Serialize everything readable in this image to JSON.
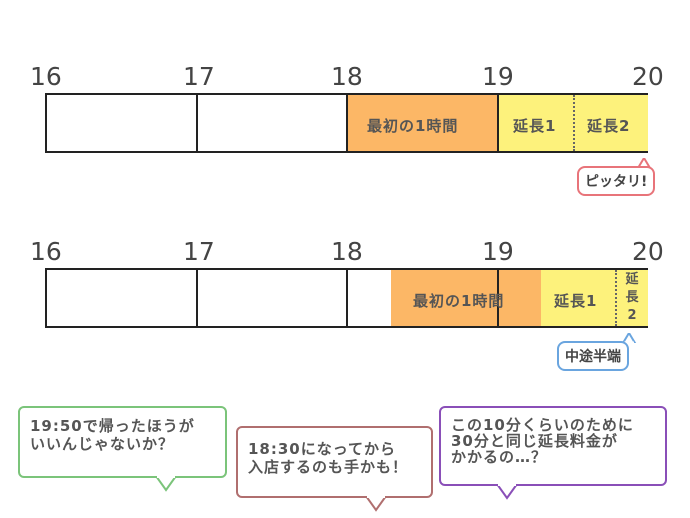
{
  "diagram1": {
    "ticks": [
      "16",
      "17",
      "18",
      "19",
      "20"
    ],
    "first_hour_label": "最初の1時間",
    "extension1_label": "延長1",
    "extension2_label": "延長2",
    "note": "ピッタリ!"
  },
  "diagram2": {
    "ticks": [
      "16",
      "17",
      "18",
      "19",
      "20"
    ],
    "first_hour_label": "最初の1時間",
    "extension1_label": "延長1",
    "extension2_label_lines": [
      "延",
      "長",
      "2"
    ],
    "note": "中途半端"
  },
  "bubbles": {
    "green": [
      "19:50で帰ったほうが",
      "いいんじゃないか？"
    ],
    "brown": [
      "18:30になってから",
      "入店するのも手かも！"
    ],
    "purple": [
      "この10分くらいのために",
      "30分と同じ延長料金が",
      "かかるの…？"
    ]
  },
  "colors": {
    "first_hour": "#fcb766",
    "extension": "#fdf27c",
    "pink": "#e8747a",
    "blue": "#6aa5df",
    "green": "#7bc47a",
    "brown": "#b06f6f",
    "purple": "#8a4fb8"
  }
}
